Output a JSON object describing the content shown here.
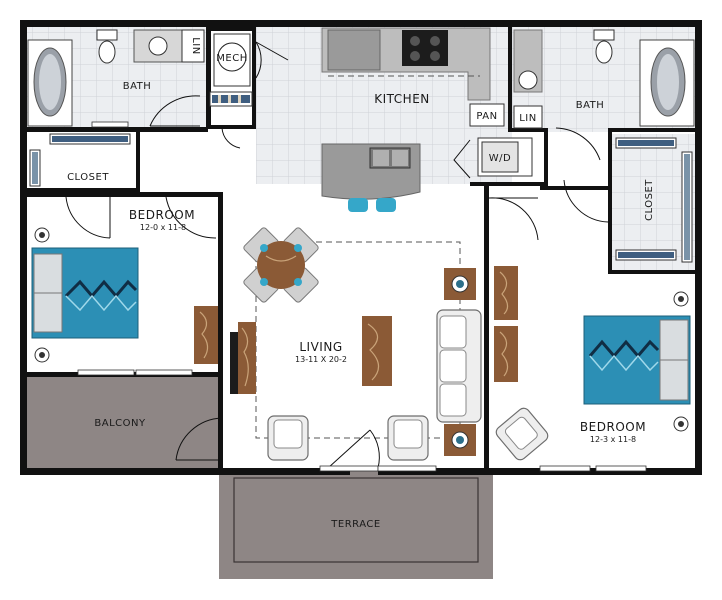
{
  "rooms": {
    "bath_left": "BATH",
    "bath_right": "BATH",
    "lin_left": "LIN",
    "lin_right": "LIN",
    "mech": "MECH",
    "kitchen": "KITCHEN",
    "pan": "PAN",
    "wd": "W/D",
    "closet_left": "CLOSET",
    "closet_right": "CLOSET",
    "bedroom_left": "BEDROOM",
    "bedroom_left_dim": "12-0 x 11-8",
    "bedroom_right": "BEDROOM",
    "bedroom_right_dim": "12-3 x 11-8",
    "living": "LIVING",
    "living_dim": "13-11 X 20-2",
    "balcony": "BALCONY",
    "terrace": "TERRACE"
  },
  "colors": {
    "wall": "#111111",
    "floor": "#ffffff",
    "tile_floor": "#ecedf0",
    "outdoor": "#8e8685",
    "wood": "#8b5a36",
    "bed_teal": "#2c8fb5",
    "stool_blue": "#35a7c9",
    "counter_gray": "#9a9a9a"
  }
}
